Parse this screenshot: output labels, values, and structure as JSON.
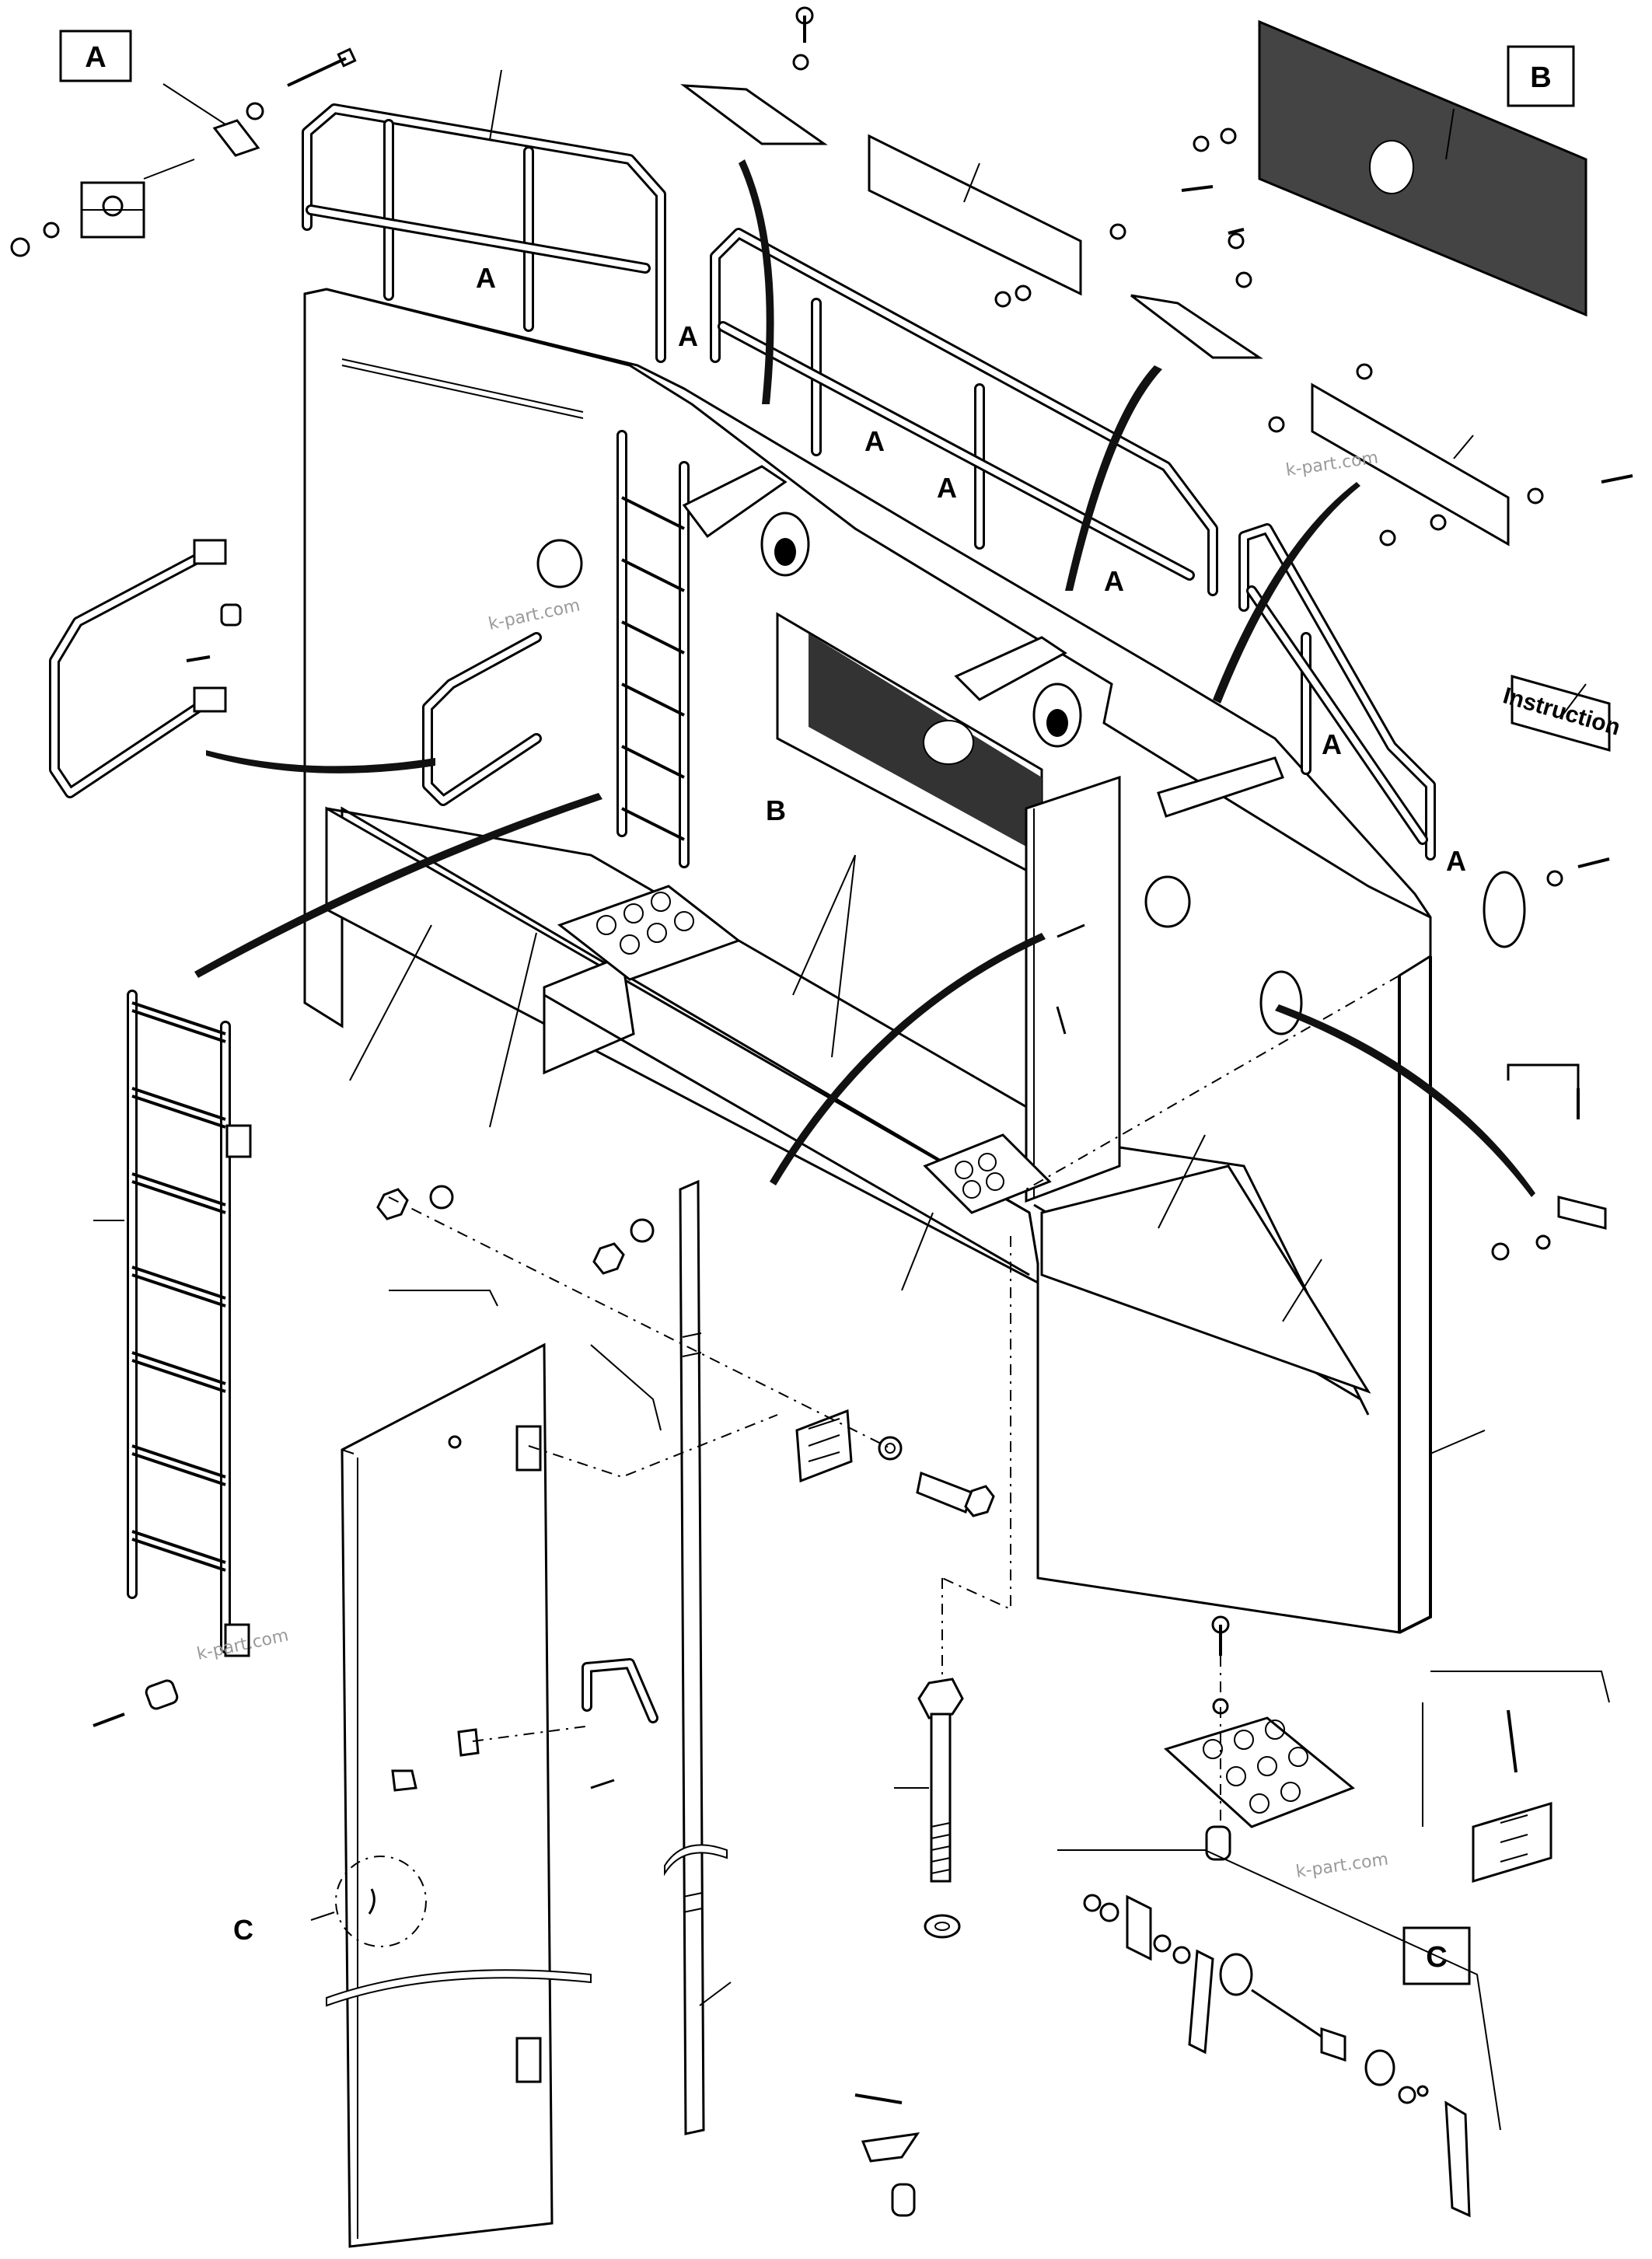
{
  "box_labels": {
    "a": "A",
    "b": "B",
    "c": "C"
  },
  "callouts": {
    "a": "A",
    "b": "B",
    "c": "C"
  },
  "sign_text": "Instruction",
  "watermark": "k-part.com"
}
